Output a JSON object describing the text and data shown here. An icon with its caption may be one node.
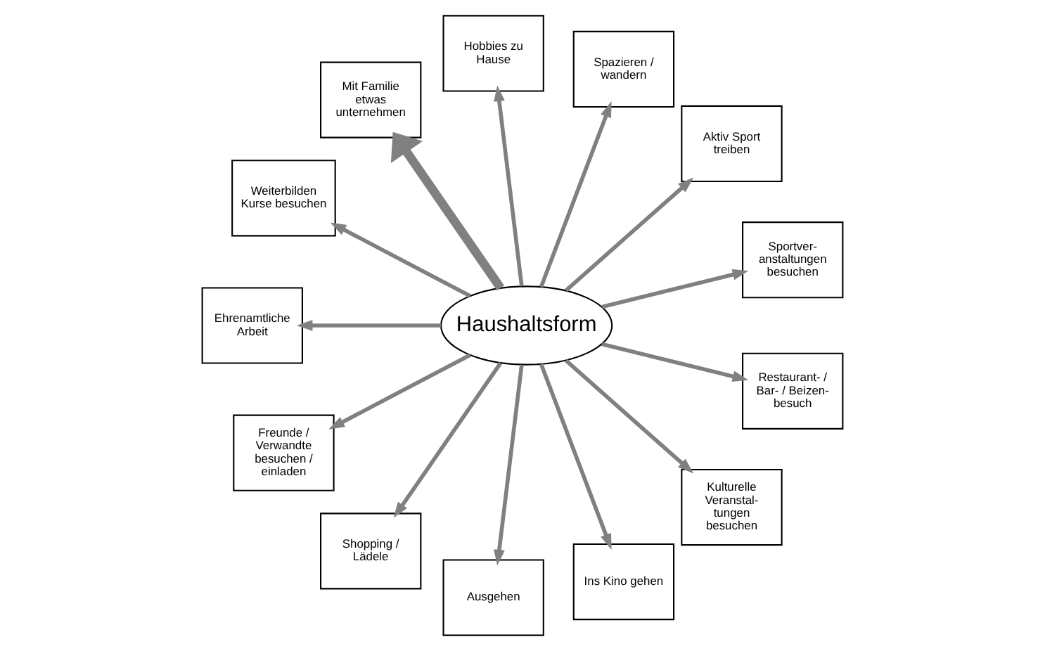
{
  "diagram": {
    "nodes": [
      {
        "text": [
          "Haushaltsform"
        ]
      },
      {
        "text": [
          "Sportver- anstaltungen besuchen"
        ]
      },
      {
        "text": [
          "Aktiv Sport treiben"
        ]
      },
      {
        "text": [
          "Spazieren / wandern"
        ]
      },
      {
        "text": [
          "Hobbies zu Hause"
        ]
      },
      {
        "text": [
          "Mit Familie etwas unternehmen"
        ]
      },
      {
        "text": [
          "Weiterbilden Kurse besuchen"
        ]
      },
      {
        "text": [
          "Ehrenamtliche Arbeit"
        ]
      },
      {
        "text": [
          "Freunde / Verwandte besuchen / einladen"
        ]
      },
      {
        "text": [
          "Shopping / Lädele"
        ]
      },
      {
        "text": [
          "Ausgehen"
        ]
      },
      {
        "text": [
          "Ins Kino gehen"
        ]
      },
      {
        "text": [
          "Kulturelle Veranstal- tungen besuchen"
        ]
      },
      {
        "text": [
          "Restaurant- / Bar- / Beizen- besuch"
        ]
      }
    ],
    "edges": [
      {
        "from": 0,
        "to": 1,
        "arrow": "to"
      },
      {
        "from": 0,
        "to": 2,
        "arrow": "to"
      },
      {
        "from": 0,
        "to": 3,
        "arrow": "to"
      },
      {
        "from": 0,
        "to": 4,
        "arrow": "to"
      },
      {
        "from": 0,
        "to": 5,
        "arrow": "to",
        "style": "thick"
      },
      {
        "from": 0,
        "to": 6,
        "arrow": "to"
      },
      {
        "from": 0,
        "to": 7,
        "arrow": "to"
      },
      {
        "from": 0,
        "to": 8,
        "arrow": "to"
      },
      {
        "from": 0,
        "to": 9,
        "arrow": "to"
      },
      {
        "from": 0,
        "to": 10,
        "arrow": "to"
      },
      {
        "from": 0,
        "to": 11,
        "arrow": "to"
      },
      {
        "from": 0,
        "to": 12,
        "arrow": "to"
      },
      {
        "from": 0,
        "to": 13,
        "arrow": "to"
      }
    ]
  }
}
